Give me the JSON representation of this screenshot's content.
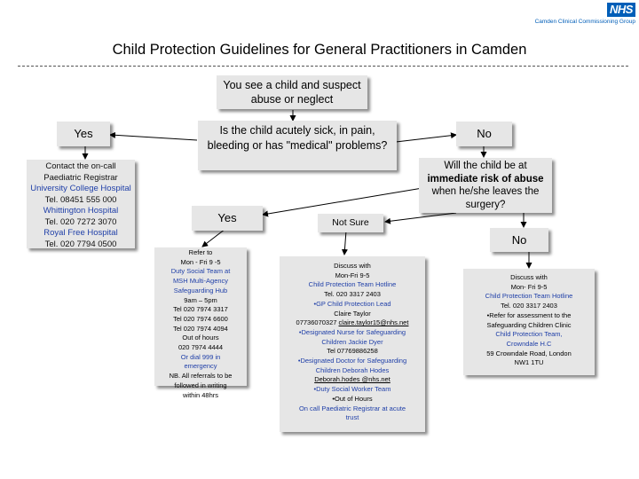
{
  "header": {
    "logo": "NHS",
    "organisation": "Camden Clinical Commissioning Group",
    "title": "Child Protection Guidelines for General Practitioners in Camden"
  },
  "nodes": {
    "start": "You see a child and suspect abuse or neglect",
    "question1": "Is the child acutely sick, in pain, bleeding or has \"medical\" problems?",
    "yes_top": "Yes",
    "no_top": "No",
    "question2_pre": "Will the child be at",
    "question2_bold": "immediate risk of abuse",
    "question2_post": "when he/she leaves the surgery?",
    "yes_mid": "Yes",
    "not_sure": "Not Sure",
    "no_mid": "No"
  },
  "contact_oncall": {
    "line1": "Contact the on-call",
    "line2": "Paediatric Registrar",
    "line3": "University College Hospital",
    "line4": "Tel. 08451 555 000",
    "line5": "Whittington Hospital",
    "line6": "Tel. 020 7272 3070",
    "line7": "Royal Free Hospital",
    "line8": "Tel. 020 7794 0500"
  },
  "refer": {
    "l1": "Refer to",
    "l2": "Mon - Fri 9 -5",
    "l3": "Duty Social Team at",
    "l4": "MSH Multi-Agency",
    "l5": "Safeguarding Hub",
    "l6": "9am – 5pm",
    "l7": "Tel 020 7974 3317",
    "l8": "Tel 020 7974 6600",
    "l9": "Tel 020 7974 4094",
    "l10": "Out of hours",
    "l11": "020 7974 4444",
    "l12": "Or dial 999 in",
    "l13": "emergency",
    "l14": "NB. All referrals to be",
    "l15": "followed in writing",
    "l16": "within 48hrs"
  },
  "discuss_not_sure": {
    "l1": "Discuss with",
    "l2": "Mon-Fri 9-5",
    "l3": "Child Protection Team Hotline",
    "l4": "Tel. 020 3317 2403",
    "l5": "•GP Child Protection Lead",
    "l6": "Claire Taylor",
    "l7_phone": "07736070327",
    "l7_email": "claire.taylor15@nhs.net",
    "l8": "•Designated Nurse for Safeguarding",
    "l9": "Children Jackie Dyer",
    "l10": "Tel 07769886258",
    "l11": "•Designated Doctor for Safeguarding",
    "l12": "Children Deborah Hodes",
    "l13": "Deborah.hodes @nhs.net",
    "l14": "•Duty Social Worker Team",
    "l15": "•Out of Hours",
    "l16": "On call Paediatric Registrar at acute",
    "l17": "trust"
  },
  "discuss_no": {
    "l1": "Discuss with",
    "l2": "Mon- Fri 9-5",
    "l3": "Child Protection Team Hotline",
    "l4": "Tel. 020 3317 2403",
    "l5": "•Refer for assessment to the",
    "l6": "Safeguarding Children Clinic",
    "l7": "Child Protection Team,",
    "l8": "Crowndale H.C",
    "l9": "59 Crowndale Road, London",
    "l10": "NW1 1TU"
  },
  "colors": {
    "box_fill": "#e6e6e6",
    "text_blue": "#1f3fa8",
    "nhs_blue": "#005eb8"
  }
}
